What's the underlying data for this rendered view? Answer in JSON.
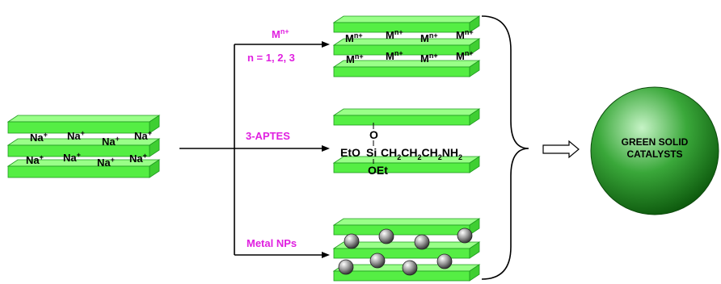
{
  "start": {
    "ions_row1": [
      "Na",
      "Na",
      "Na",
      "Na"
    ],
    "ions_row2": [
      "Na",
      "Na",
      "Na",
      "Na"
    ],
    "ion_charge": "+"
  },
  "route_metal_ion": {
    "label_base": "M",
    "label_sup": "n+",
    "label_n": "n = 1, 2, 3",
    "ions_row1": [
      "M",
      "M",
      "M",
      "M"
    ],
    "ions_row2": [
      "M",
      "M",
      "M",
      "M"
    ],
    "ion_charge": "n+"
  },
  "route_aptes": {
    "label": "3-APTES",
    "o_top": "O",
    "eto": "EtO",
    "si": "Si",
    "chain_parts": [
      "CH",
      "2",
      "CH",
      "2",
      "CH",
      "2",
      "NH",
      "2"
    ],
    "oet": "OEt"
  },
  "route_nps": {
    "label": "Metal NPs"
  },
  "result": {
    "line1": "GREEN SOLID",
    "line2": "CATALYSTS"
  },
  "colors": {
    "clay_green": "#55ee44",
    "clay_light": "#99ff88",
    "clay_edge": "#1f9a1f",
    "route_label": "#e020e0",
    "sphere_dark": "#0e5a0e",
    "sphere_light": "#c6f3c6"
  }
}
